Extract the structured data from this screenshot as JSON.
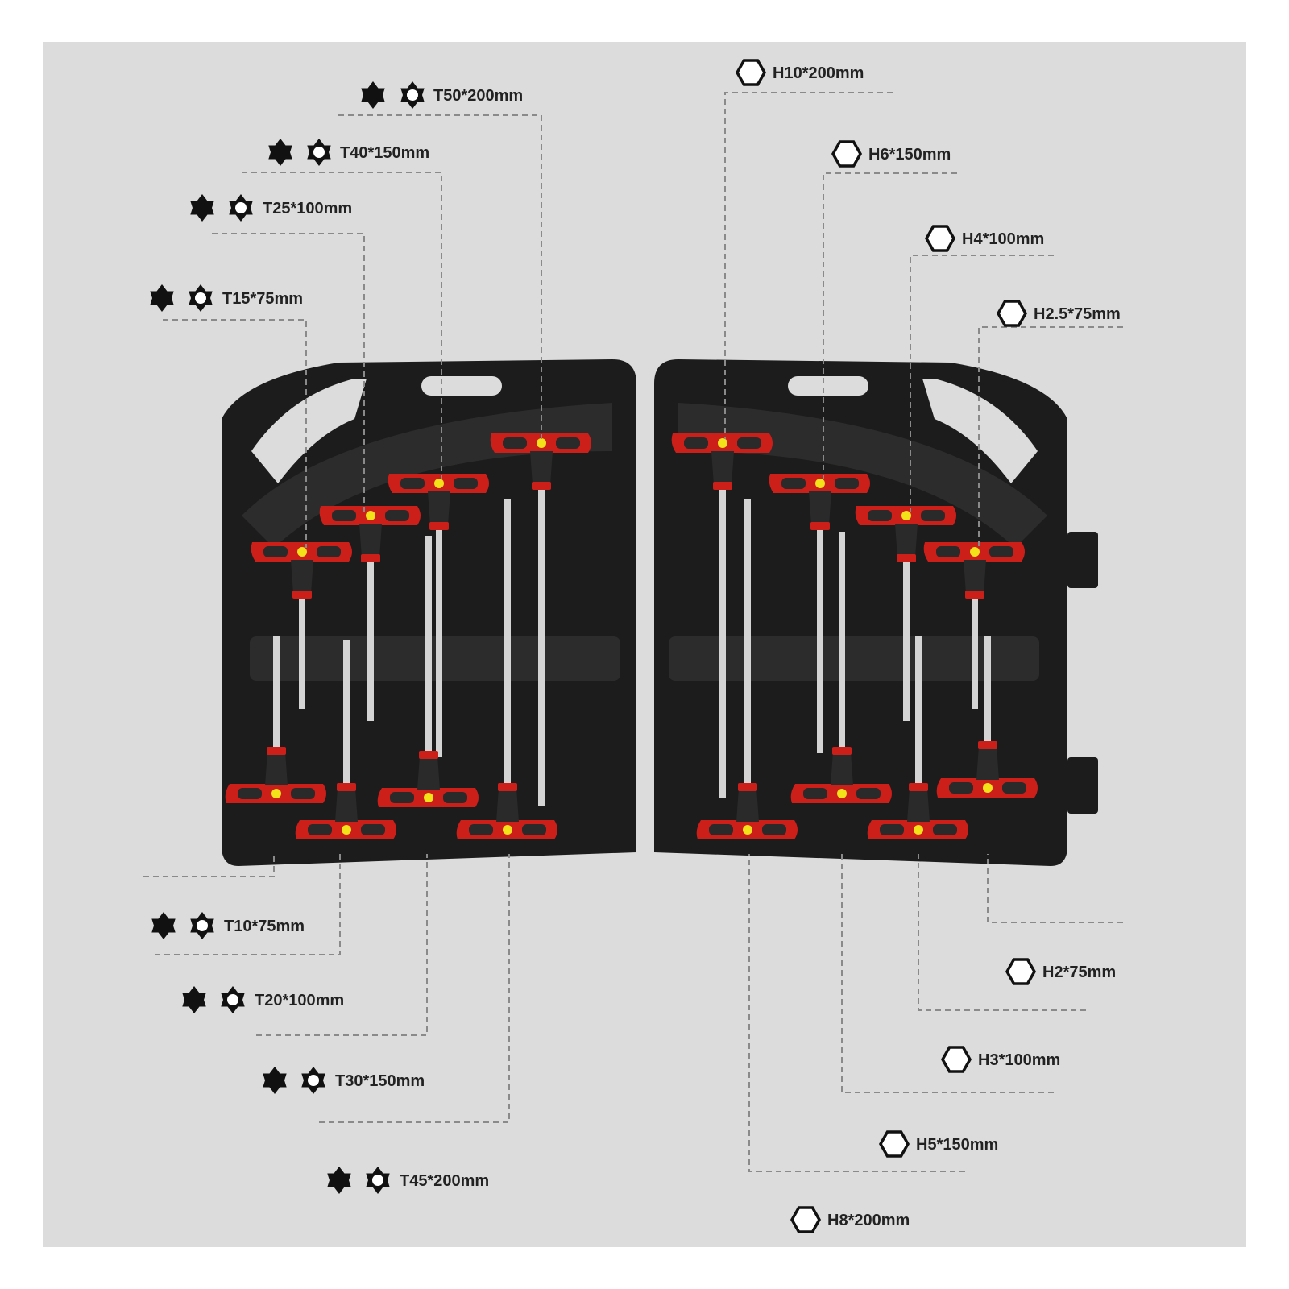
{
  "colors": {
    "background": "#dcdcdc",
    "case": "#1c1c1c",
    "handle": "#cc1f1a",
    "handle_grip": "#2a2a2a",
    "dot": "#f3e21a",
    "shaft": "#d4d4d4",
    "leader_line": "#888888",
    "icon": "#111111"
  },
  "icons": {
    "torx_solid": "torx-solid-icon",
    "torx_outline": "torx-outline-icon",
    "hex": "hex-outline-icon"
  },
  "torx_labels": [
    {
      "id": "t50",
      "text": "T50*200mm"
    },
    {
      "id": "t40",
      "text": "T40*150mm"
    },
    {
      "id": "t25",
      "text": "T25*100mm"
    },
    {
      "id": "t15",
      "text": "T15*75mm"
    },
    {
      "id": "t10",
      "text": "T10*75mm"
    },
    {
      "id": "t20",
      "text": "T20*100mm"
    },
    {
      "id": "t30",
      "text": "T30*150mm"
    },
    {
      "id": "t45",
      "text": "T45*200mm"
    }
  ],
  "hex_labels": [
    {
      "id": "h10",
      "text": "H10*200mm"
    },
    {
      "id": "h6",
      "text": "H6*150mm"
    },
    {
      "id": "h4",
      "text": "H4*100mm"
    },
    {
      "id": "h25",
      "text": "H2.5*75mm"
    },
    {
      "id": "h2",
      "text": "H2*75mm"
    },
    {
      "id": "h3",
      "text": "H3*100mm"
    },
    {
      "id": "h5",
      "text": "H5*150mm"
    },
    {
      "id": "h8",
      "text": "H8*200mm"
    }
  ]
}
